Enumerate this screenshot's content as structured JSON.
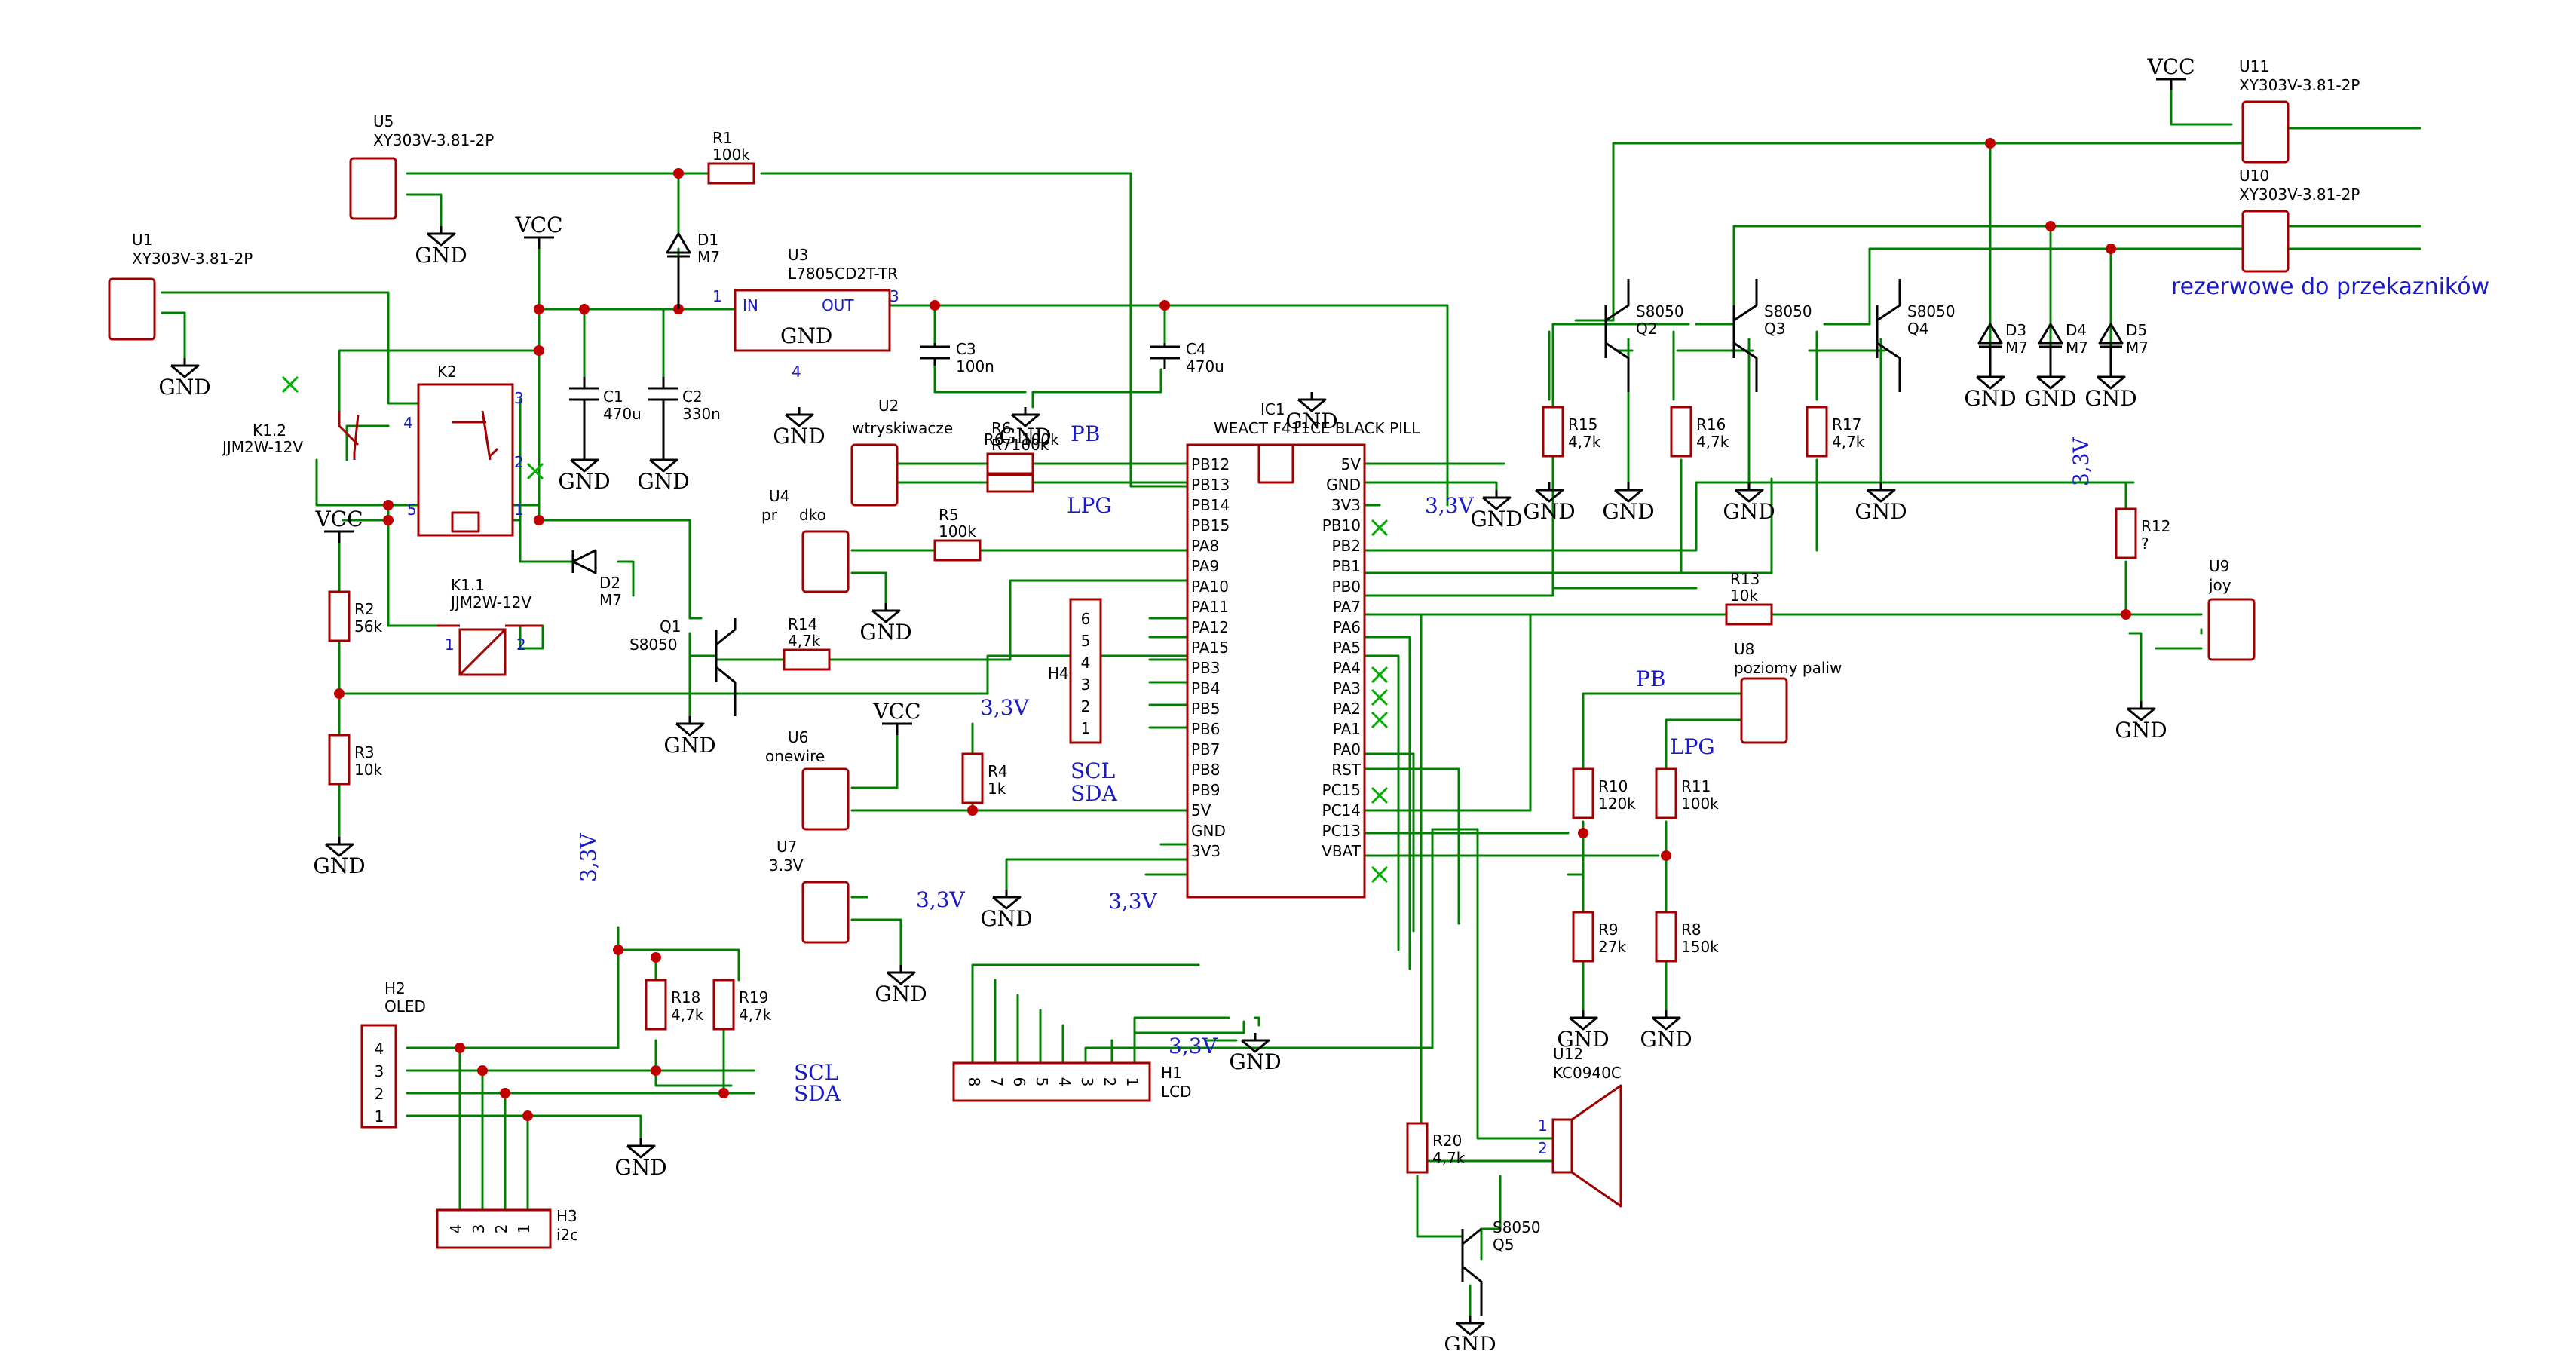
{
  "sym": {
    "vcc": "VCC",
    "gnd": "GND",
    "v33": "3,3V"
  },
  "pins": {
    "p1": "1",
    "p2": "2",
    "p3": "3",
    "p4": "4",
    "p5": "5",
    "p6": "6",
    "p7": "7",
    "p8": "8"
  },
  "nets": {
    "pb": "PB",
    "lpg": "LPG",
    "scl": "SCL",
    "sda": "SDA"
  },
  "note": "rezerwowe do przekazników",
  "parts": {
    "u1": "U1",
    "u2": "U2",
    "u3": "U3",
    "u4": "U4",
    "u5": "U5",
    "u6": "U6",
    "u7": "U7",
    "u8": "U8",
    "u9": "U9",
    "u10": "U10",
    "u11": "U11",
    "u12": "U12",
    "xy": "XY303V-3.81-2P",
    "u2v": "wtryskiwacze",
    "u4v": "pr",
    "u4v2": "dko",
    "u6v": "onewire",
    "u7v": "3.3V",
    "u8v": "poziomy paliw",
    "u9v": "joy",
    "u12v": "KC0940C",
    "u3v": "L7805CD2T-TR",
    "u3in": "IN",
    "u3out": "OUT",
    "ic1": "IC1",
    "ic1v": "WEACT F411CE BLACK PILL",
    "k2": "K2",
    "k11": "K1.1",
    "k12": "K1.2",
    "jjm": "JJM2W-12V",
    "q1": "Q1",
    "q2": "Q2",
    "q3": "Q3",
    "q4": "Q4",
    "q5": "Q5",
    "s8050": "S8050",
    "d1": "D1",
    "d2": "D2",
    "d3": "D3",
    "d4": "D4",
    "d5": "D5",
    "m7": "M7",
    "c1": "C1",
    "c1v": "470u",
    "c2": "C2",
    "c2v": "330n",
    "c3": "C3",
    "c3v": "100n",
    "c4": "C4",
    "c4v": "470u",
    "r1": "R1",
    "r1v": "100k",
    "r2": "R2",
    "r2v": "56k",
    "r3": "R3",
    "r3v": "10k",
    "r4": "R4",
    "r4v": "1k",
    "r5": "R5",
    "r5v": "100k",
    "r6": "R6",
    "r6v": "100k",
    "r6s": "R7100k",
    "r8": "R8",
    "r8v": "150k",
    "r9": "R9",
    "r9v": "27k",
    "r10": "R10",
    "r10v": "120k",
    "r11": "R11",
    "r11v": "100k",
    "r12": "R12",
    "r12v": "?",
    "r13": "R13",
    "r13v": "10k",
    "r14": "R14",
    "r15": "R15",
    "r16": "R16",
    "r17": "R17",
    "r18": "R18",
    "r19": "R19",
    "r20": "R20",
    "r47": "4,7k",
    "h1": "H1",
    "h1v": "LCD",
    "h2": "H2",
    "h2v": "OLED",
    "h3": "H3",
    "h3v": "i2c",
    "h4": "H4"
  },
  "ic_left": [
    "PB12",
    "PB13",
    "PB14",
    "PB15",
    "PA8",
    "PA9",
    "PA10",
    "PA11",
    "PA12",
    "PA15",
    "PB3",
    "PB4",
    "PB5",
    "PB6",
    "PB7",
    "PB8",
    "PB9",
    "5V",
    "GND",
    "3V3"
  ],
  "ic_right": [
    "5V",
    "GND",
    "3V3",
    "PB10",
    "PB2",
    "PB1",
    "PB0",
    "PA7",
    "PA6",
    "PA5",
    "PA4",
    "PA3",
    "PA2",
    "PA1",
    "PA0",
    "RST",
    "PC15",
    "PC14",
    "PC13",
    "VBAT"
  ],
  "h4_pins": [
    "6",
    "5",
    "4",
    "3",
    "2",
    "1"
  ],
  "h1_pins": [
    "8",
    "7",
    "6",
    "5",
    "4",
    "3",
    "2",
    "1"
  ],
  "h2_pins": [
    "4",
    "3",
    "2",
    "1"
  ],
  "h3_pins": [
    "4",
    "3",
    "2",
    "1"
  ]
}
